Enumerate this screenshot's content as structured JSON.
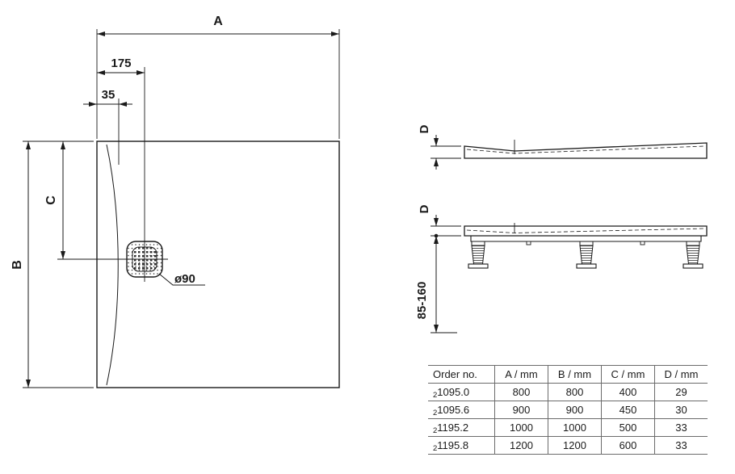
{
  "drawing": {
    "top_view": {
      "width_label": "A",
      "height_label": "B",
      "drain_offset_label": "C",
      "dim_175": "175",
      "dim_35": "35",
      "drain_diameter": "ø90"
    },
    "profiles": {
      "depth_label_top": "D",
      "depth_label_bottom": "D",
      "leg_height_range": "85-160"
    }
  },
  "table": {
    "headers": {
      "order": "Order no.",
      "a": "A / mm",
      "b": "B / mm",
      "c": "C / mm",
      "d": "D / mm"
    },
    "rows": [
      {
        "order_prefix": "2",
        "order_code": "1095.0",
        "a": "800",
        "b": "800",
        "c": "400",
        "d": "29"
      },
      {
        "order_prefix": "2",
        "order_code": "1095.6",
        "a": "900",
        "b": "900",
        "c": "450",
        "d": "30"
      },
      {
        "order_prefix": "2",
        "order_code": "1195.2",
        "a": "1000",
        "b": "1000",
        "c": "500",
        "d": "33"
      },
      {
        "order_prefix": "2",
        "order_code": "1195.8",
        "a": "1200",
        "b": "1200",
        "c": "600",
        "d": "33"
      }
    ]
  }
}
